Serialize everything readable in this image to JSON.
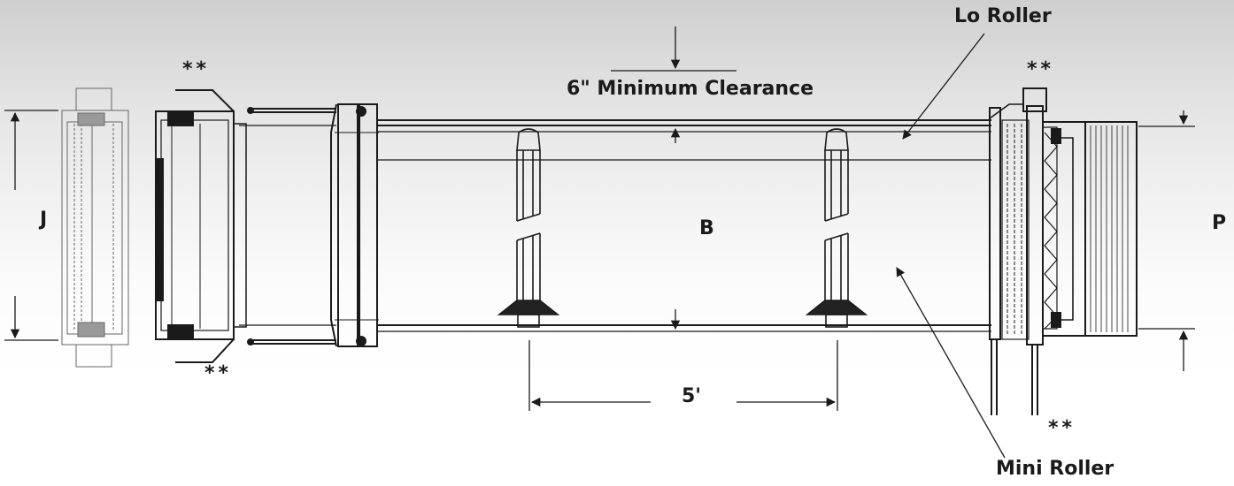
{
  "labels": {
    "lo_roller": "Lo Roller",
    "clearance": "6\" Minimum Clearance",
    "dim_j": "J",
    "dim_b": "B",
    "dim_p": "P",
    "dim_5ft": "5'",
    "mini_roller": "Mini Roller",
    "note_marker": "**"
  },
  "colors": {
    "line": "#1a1a1a",
    "text": "#1a1a1a"
  }
}
